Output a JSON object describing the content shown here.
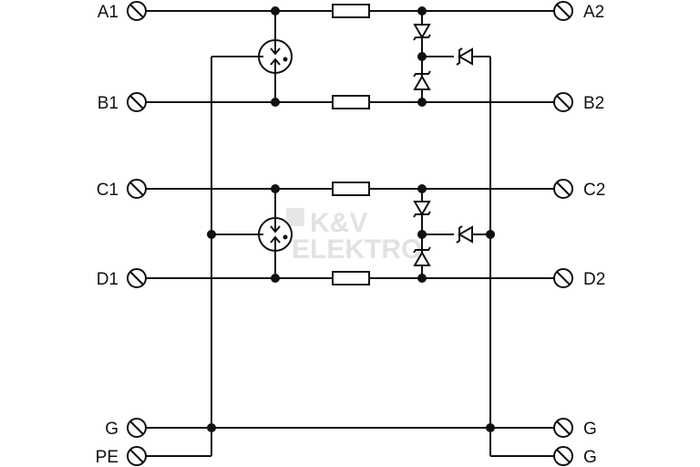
{
  "terminals": {
    "a1": "A1",
    "a2": "A2",
    "b1": "B1",
    "b2": "B2",
    "c1": "C1",
    "c2": "C2",
    "d1": "D1",
    "d2": "D2",
    "g_left": "G",
    "pe_left": "PE",
    "g_right_top": "G",
    "g_right_bottom": "G"
  },
  "watermark": {
    "line1": "K&V",
    "line2": "ELEKTRO"
  }
}
